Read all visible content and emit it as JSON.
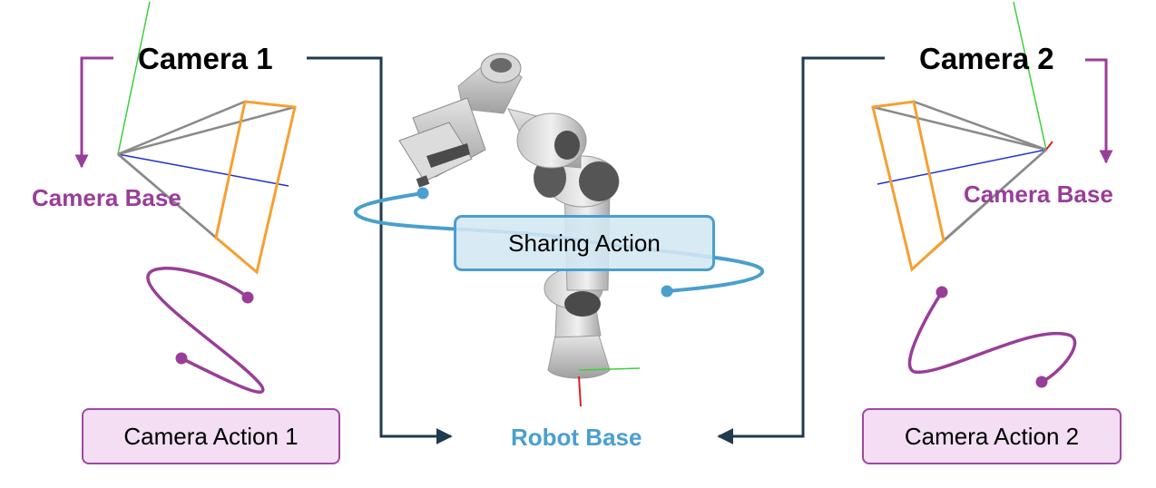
{
  "camera1": {
    "title": "Camera 1",
    "base_label": "Camera Base",
    "action_label": "Camera Action 1"
  },
  "camera2": {
    "title": "Camera 2",
    "base_label": "Camera Base",
    "action_label": "Camera Action 2"
  },
  "robot": {
    "base_label": "Robot Base"
  },
  "shared": {
    "action_label": "Sharing Action"
  },
  "colors": {
    "camera_purple": "#993e98",
    "action_blue": "#4a9fcf",
    "arrow_dark": "#1f3b4d",
    "frustum_orange": "#f5a033",
    "frustum_gray": "#8a8a8a",
    "axis_blue": "#2030d0",
    "axis_green": "#3ad03a",
    "axis_red": "#e02020",
    "camera_box_fill": "#f3def3",
    "share_box_fill": "#d3e8f4"
  }
}
